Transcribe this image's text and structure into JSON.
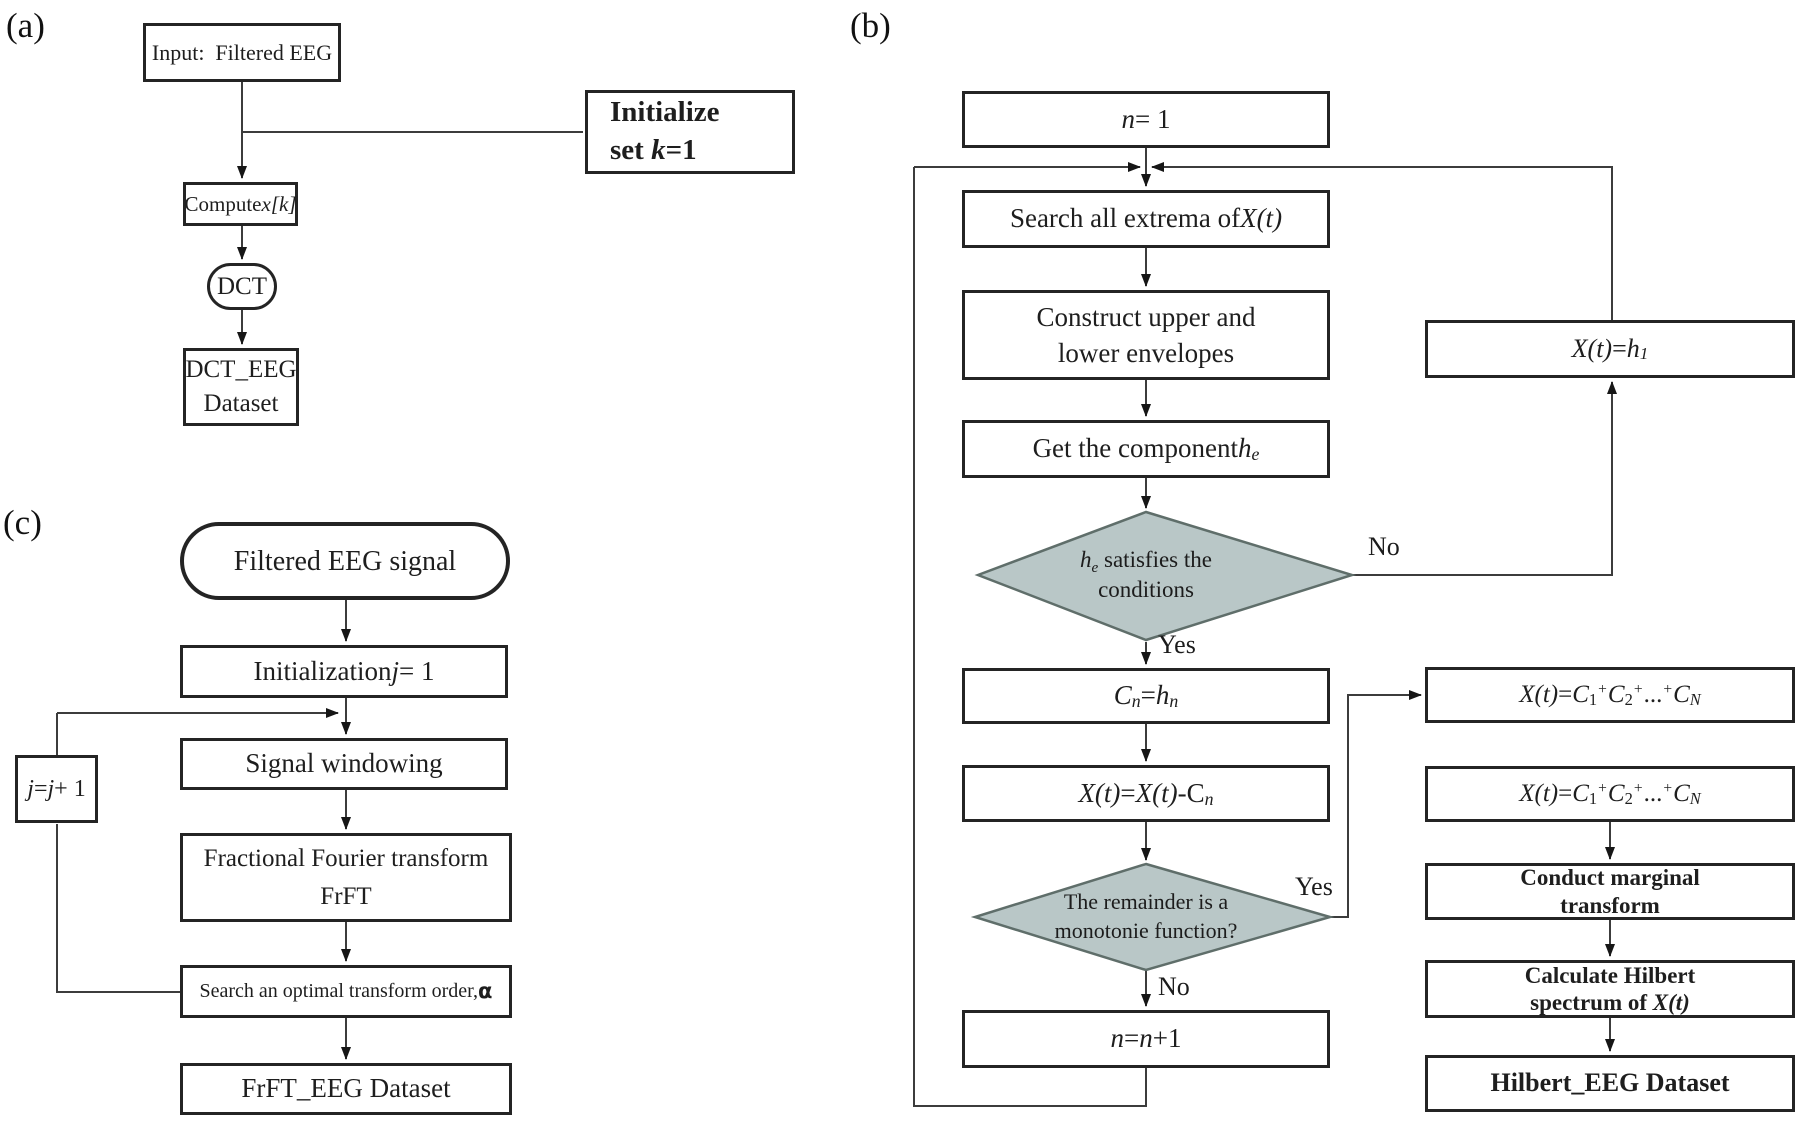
{
  "colors": {
    "diamond_fill": "#b9c7c7",
    "diamond_stroke": "#5f6e6a",
    "line": "#3c3c3c",
    "box_border": "#242424",
    "background": "#ffffff"
  },
  "labels": {
    "yes": "Yes",
    "no": "No"
  },
  "panel_a": {
    "label": "(a)",
    "input": "Input:  Filtered EEG",
    "initialize_l1": "Initialize",
    "initialize_l2": [
      "set ",
      "k",
      "=1"
    ],
    "compute": [
      "Compute ",
      "x[k]"
    ],
    "dct": "DCT",
    "dataset": [
      "DCT_EEG",
      "Dataset"
    ]
  },
  "panel_b": {
    "label": "(b)",
    "n1": [
      "n",
      " = 1"
    ],
    "search": [
      "Search all extrema of ",
      "X(t)"
    ],
    "construct": [
      "Construct upper and",
      "lower envelopes"
    ],
    "get_component": [
      "Get the component ",
      "h",
      "e"
    ],
    "diamond1": [
      "h",
      "e",
      " satisfies the",
      "conditions"
    ],
    "cn": [
      "C",
      "n",
      "=",
      "h",
      "n"
    ],
    "subtract": [
      "X(t)",
      " = ",
      "X(t)",
      " - ",
      "C",
      "n"
    ],
    "diamond2": [
      "The remainder is a",
      "monotonie function?"
    ],
    "nn1": [
      "n",
      " = ",
      "n",
      "+1"
    ],
    "xt_h1": [
      "X(t)",
      " = ",
      "h",
      "1"
    ],
    "sum": [
      "X(t)",
      " = ",
      "C",
      "1",
      "+",
      "C",
      "2",
      "+",
      "...",
      "+",
      "C",
      "N"
    ],
    "conduct": [
      "Conduct marginal",
      "transform"
    ],
    "calculate": [
      "Calculate Hilbert",
      "spectrum of ",
      "X(t)"
    ],
    "hilbert": "Hilbert_EEG Dataset"
  },
  "panel_c": {
    "label": "(c)",
    "filtered": "Filtered EEG signal",
    "initialization": [
      "Initialization ",
      "j",
      " = 1"
    ],
    "windowing": "Signal windowing",
    "frft": [
      "Fractional Fourier transform",
      "FrFT"
    ],
    "search_order": [
      "Search an optimal transform order, ",
      "α"
    ],
    "dataset": "FrFT_EEG Dataset",
    "increment": [
      "j",
      " = ",
      "j",
      " + 1"
    ]
  }
}
